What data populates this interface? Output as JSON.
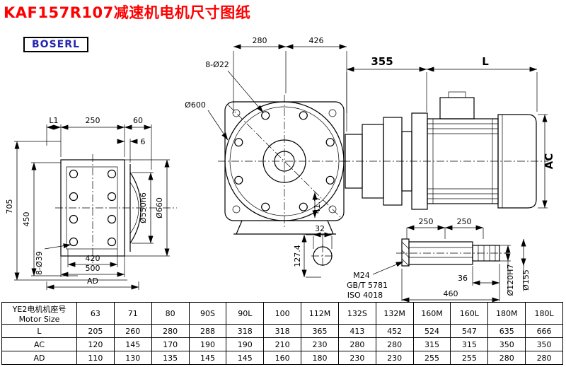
{
  "page": {
    "title": "KAF157R107减速机电机尺寸图纸",
    "brand": "BOSERL"
  },
  "drawing": {
    "front": {
      "l1": "L1",
      "w250": "250",
      "w60": "60",
      "w6": "6",
      "h705": "705",
      "h450": "450",
      "fit550": "Ø550h6",
      "od660": "Ø660",
      "w420": "420",
      "w500": "500",
      "ad": "AD",
      "holes": "8-Ø39"
    },
    "flange": {
      "w280": "280",
      "w426": "426",
      "holes": "8-Ø22",
      "bc600": "Ø600",
      "h417": "41.7",
      "d32": "32",
      "h1274": "127.4"
    },
    "motor": {
      "w355": "355",
      "l": "L",
      "ac": "AC"
    },
    "shaft": {
      "p250a": "250",
      "p250b": "250",
      "thread": "M24",
      "std_gb": "GB/T 5781",
      "std_iso": "ISO 4018",
      "w36": "36",
      "w460": "460",
      "bore": "Ø120H7",
      "od155": "Ø155"
    }
  },
  "table": {
    "header_line1": "YE2电机机座号",
    "header_line2": "Motor Size",
    "sizes": [
      "63",
      "71",
      "80",
      "90S",
      "90L",
      "100",
      "112M",
      "132S",
      "132M",
      "160M",
      "160L",
      "180M",
      "180L"
    ],
    "rows": [
      {
        "label": "L",
        "values": [
          "205",
          "260",
          "280",
          "288",
          "318",
          "318",
          "365",
          "413",
          "452",
          "524",
          "547",
          "635",
          "666"
        ]
      },
      {
        "label": "AC",
        "values": [
          "120",
          "145",
          "170",
          "190",
          "190",
          "210",
          "230",
          "280",
          "280",
          "315",
          "315",
          "350",
          "350"
        ]
      },
      {
        "label": "AD",
        "values": [
          "110",
          "130",
          "135",
          "145",
          "145",
          "160",
          "180",
          "230",
          "230",
          "255",
          "255",
          "280",
          "280"
        ]
      }
    ]
  }
}
